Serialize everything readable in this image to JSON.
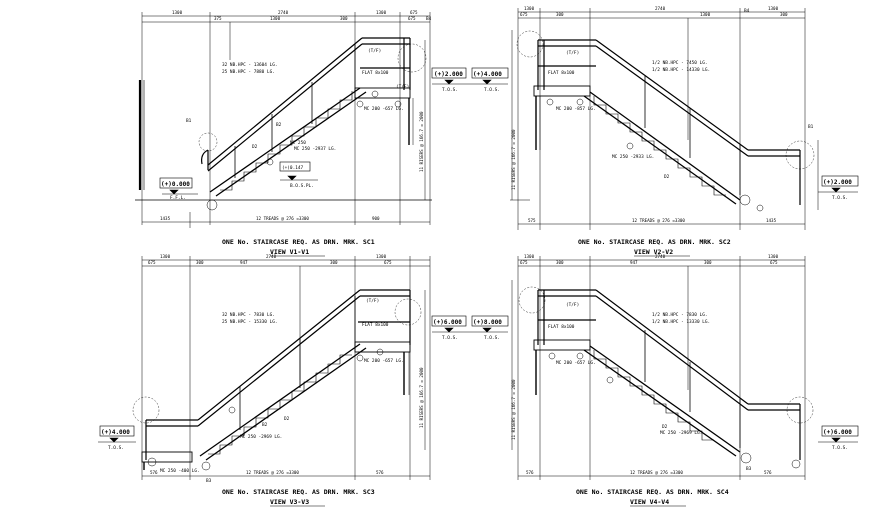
{
  "views": [
    {
      "id": "v1",
      "title": "ONE No. STAIRCASE REQ. AS DRN. MRK. SC1",
      "subtitle": "VIEW V1-V1",
      "top_dims": [
        "1300",
        "2740",
        "1300",
        "675"
      ],
      "sub_dims": [
        "375",
        "1300",
        "300",
        "675"
      ],
      "bottom_dims": [
        "1435",
        "12 TREADS @ 276 =3300",
        "900"
      ],
      "level_top": "(+)2.000",
      "level_top_tag": "T.O.S.",
      "level_bottom": "(+)0.000",
      "level_bottom_tag": "F.F.L.",
      "level_mid": "(+)0.147",
      "level_mid_tag": "B.O.S.PL.",
      "rise_note": "11 RISERS @ 166.7 = 2000",
      "notes": [
        "32 NB.HPC - 13604 LG.",
        "25 NB.HPC - 7880 LG.",
        "FLAT 8x100",
        "MC 200 -657 LG.",
        "MC 250 -2937 LG.",
        "MC 250"
      ],
      "tags": [
        "B1",
        "B4",
        "D2",
        "B2",
        "(T/F)",
        "(T/F)"
      ]
    },
    {
      "id": "v2",
      "title": "ONE No. STAIRCASE REQ. AS DRN. MRK. SC2",
      "subtitle": "VIEW V2-V2",
      "top_dims": [
        "1300",
        "2740",
        "1300"
      ],
      "sub_dims": [
        "675",
        "300",
        "1300",
        "300"
      ],
      "bottom_dims": [
        "575",
        "12 TREADS @ 276 =3300",
        "1435"
      ],
      "level_top": "(+)4.000",
      "level_top_tag": "T.O.S.",
      "level_bottom": "(+)2.000",
      "level_bottom_tag": "T.O.S.",
      "rise_note": "11 RISERS @ 166.7 = 2000",
      "notes": [
        "1/2 NB.HPC - 7450 LG.",
        "1/2 NB.HPC - 14330 LG.",
        "FLAT 8x100",
        "MC 200 -857 LG.",
        "MC 250 -2933 LG."
      ],
      "tags": [
        "B4",
        "B1",
        "D2",
        "(T/F)"
      ]
    },
    {
      "id": "v3",
      "title": "ONE No. STAIRCASE REQ. AS DRN. MRK. SC3",
      "subtitle": "VIEW V3-V3",
      "top_dims": [
        "1300",
        "2740",
        "1300"
      ],
      "sub_dims": [
        "675",
        "300",
        "947",
        "300",
        "675"
      ],
      "bottom_dims": [
        "576",
        "12 TREADS @ 276 =3300",
        "576"
      ],
      "level_top": "(+)6.000",
      "level_top_tag": "T.O.S.",
      "level_bottom": "(+)4.000",
      "level_bottom_tag": "T.O.S.",
      "rise_note": "11 RISERS @ 166.7 = 2000",
      "notes": [
        "32 NB.HPC - 7830 LG.",
        "25 NB.HPC - 15330 LG.",
        "FLAT 8x100",
        "MC 200 -657 LG.",
        "MC 250 -2969 LG.",
        "MC 250 -400 LG."
      ],
      "tags": [
        "B2",
        "D2",
        "B3",
        "(T/F)"
      ]
    },
    {
      "id": "v4",
      "title": "ONE No. STAIRCASE REQ. AS DRN. MRK. SC4",
      "subtitle": "VIEW V4-V4",
      "top_dims": [
        "1300",
        "2740",
        "1300"
      ],
      "sub_dims": [
        "675",
        "300",
        "947",
        "300",
        "675"
      ],
      "bottom_dims": [
        "576",
        "12 TREADS @ 276 =3300",
        "576"
      ],
      "level_top": "(+)8.000",
      "level_top_tag": "T.O.S.",
      "level_bottom": "(+)6.000",
      "level_bottom_tag": "T.O.S.",
      "rise_note": "11 RISERS @ 166.7 = 2000",
      "notes": [
        "1/2 NB.HPC - 7830 LG.",
        "1/2 NB.HPC - 13330 LG.",
        "FLAT 8x100",
        "MC 200 -657 LG.",
        "MC 250 -2969 LG."
      ],
      "tags": [
        "D2",
        "B3",
        "(T/F)"
      ]
    }
  ]
}
